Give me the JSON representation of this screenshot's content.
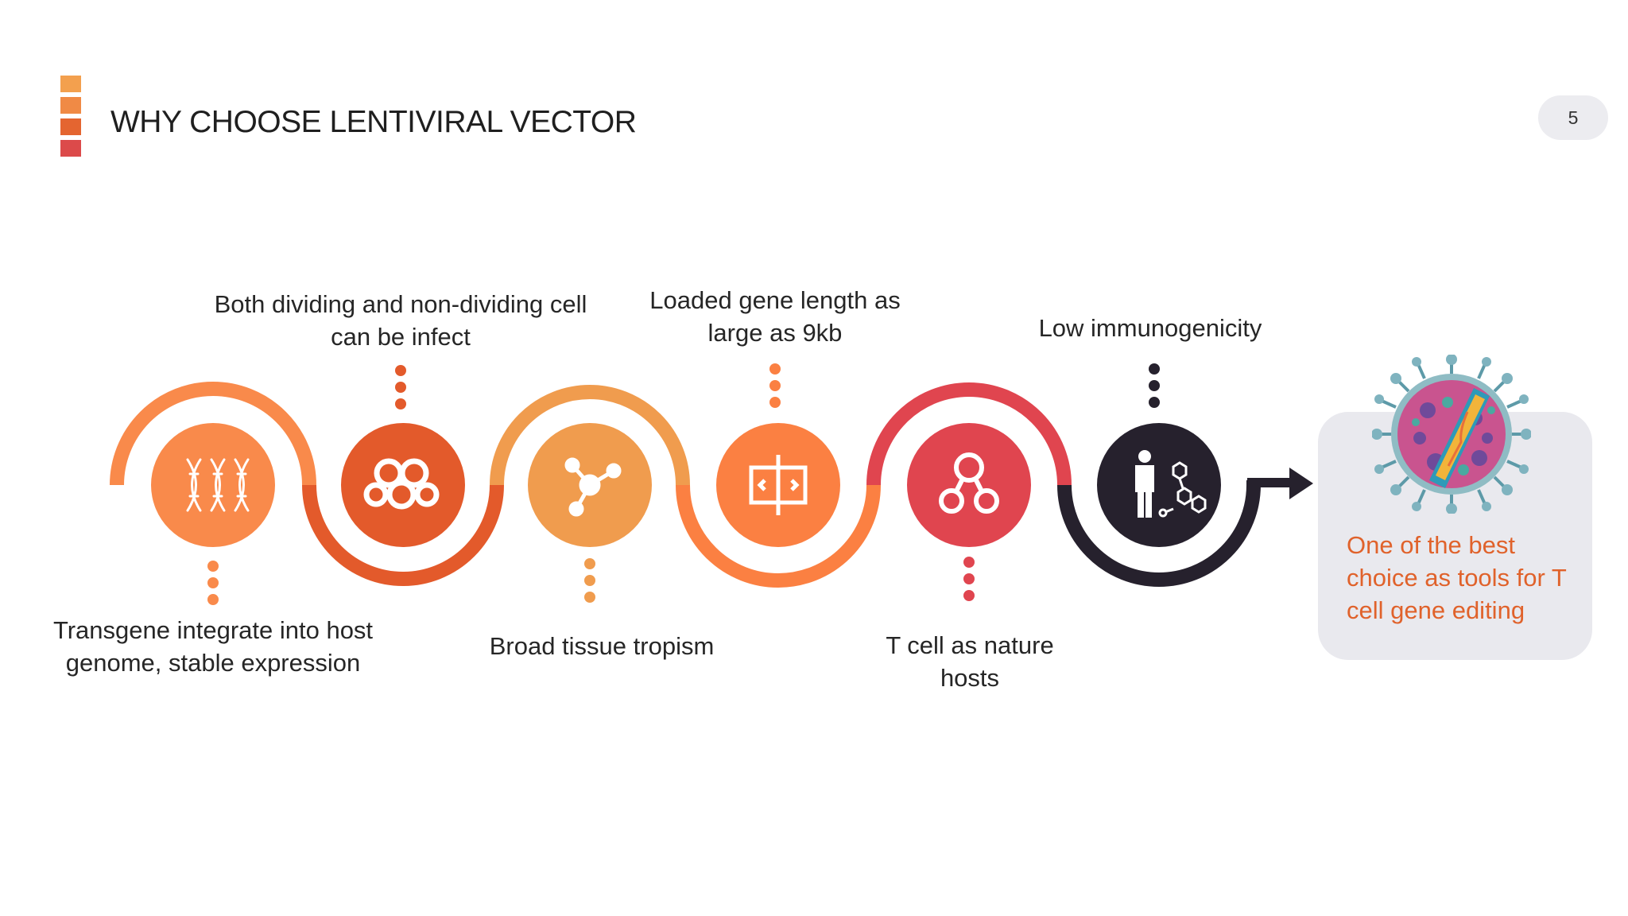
{
  "header": {
    "title": "WHY CHOOSE LENTIVIRAL VECTOR",
    "page_number": "5",
    "bar_colors": [
      "#f3a04e",
      "#f08a45",
      "#e46530",
      "#dc4a4a"
    ]
  },
  "steps": [
    {
      "label": "Transgene integrate into host genome, stable expression",
      "position": "below",
      "icon": "dna-icon",
      "color": "#f98a4b"
    },
    {
      "label": "Both dividing and non-dividing cell can be infect",
      "position": "above",
      "icon": "molecule-ring-icon",
      "color": "#e35a2b"
    },
    {
      "label": "Broad tissue tropism",
      "position": "below",
      "icon": "molecule-node-icon",
      "color": "#f09c4e"
    },
    {
      "label": "Loaded gene length as large as 9kb",
      "position": "above",
      "icon": "gene-length-icon",
      "color": "#fb8042"
    },
    {
      "label": "T cell as nature hosts",
      "position": "below",
      "icon": "connected-nodes-icon",
      "color": "#e0454f"
    },
    {
      "label": "Low immunogenicity",
      "position": "above",
      "icon": "person-molecule-icon",
      "color": "#26212d"
    }
  ],
  "conclusion": {
    "text": "One of the best choice as tools for T cell gene editing",
    "color": "#e0622b",
    "icon": "lentivirus-icon"
  }
}
